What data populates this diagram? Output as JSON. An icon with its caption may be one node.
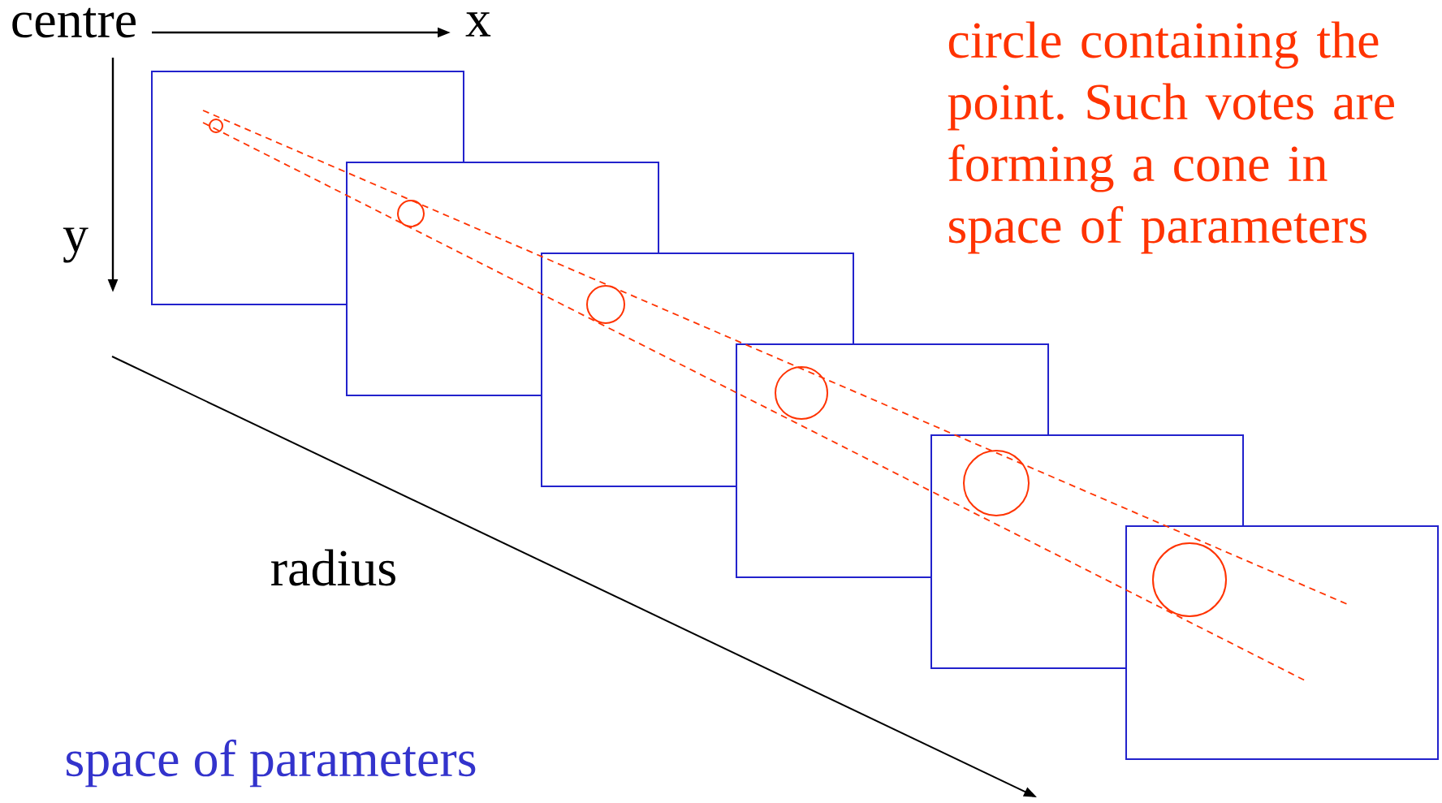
{
  "diagram": {
    "labels": [
      "centre",
      "x",
      "circle containing the point. Such votes are forming a cone in space of parameters",
      "y",
      "radius",
      "space of parameters"
    ]
  }
}
